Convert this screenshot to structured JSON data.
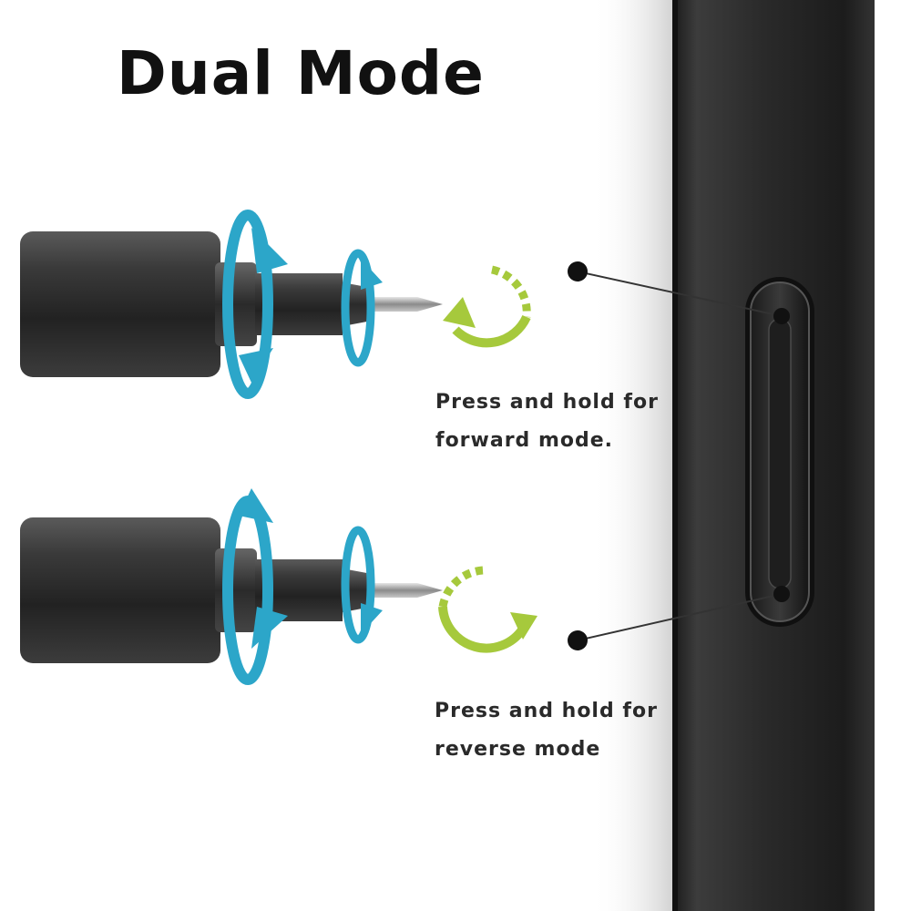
{
  "title": "Dual Mode",
  "forward": {
    "line1": "Press and hold for",
    "line2": "forward mode."
  },
  "reverse": {
    "line1": "Press and hold for",
    "line2": "reverse mode"
  },
  "colors": {
    "rotation_arrow": "#2ca6c9",
    "direction_arrow": "#a6c93c",
    "body": "#2b2b2b"
  }
}
